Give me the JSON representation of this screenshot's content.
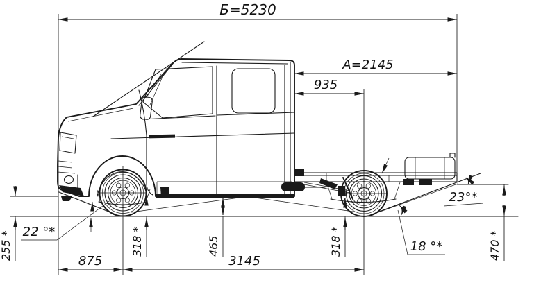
{
  "colors": {
    "ink": "#1a1a1a",
    "background": "#ffffff"
  },
  "dimensions": {
    "overall_length": "Б=5230",
    "cab_rear_to_frame_end": "А=2145",
    "cab_rear_to_axle": "935",
    "front_overhang": "875",
    "wheelbase": "3145",
    "approach_angle": "22 °*",
    "front_bumper_height": "255 *",
    "front_underbody_height": "318 *",
    "cab_underbody_height": "465",
    "rear_underbody_height": "318 *",
    "rear_lower_angle": "18 °*",
    "departure_angle": "23°*",
    "frame_end_height": "470 *"
  }
}
